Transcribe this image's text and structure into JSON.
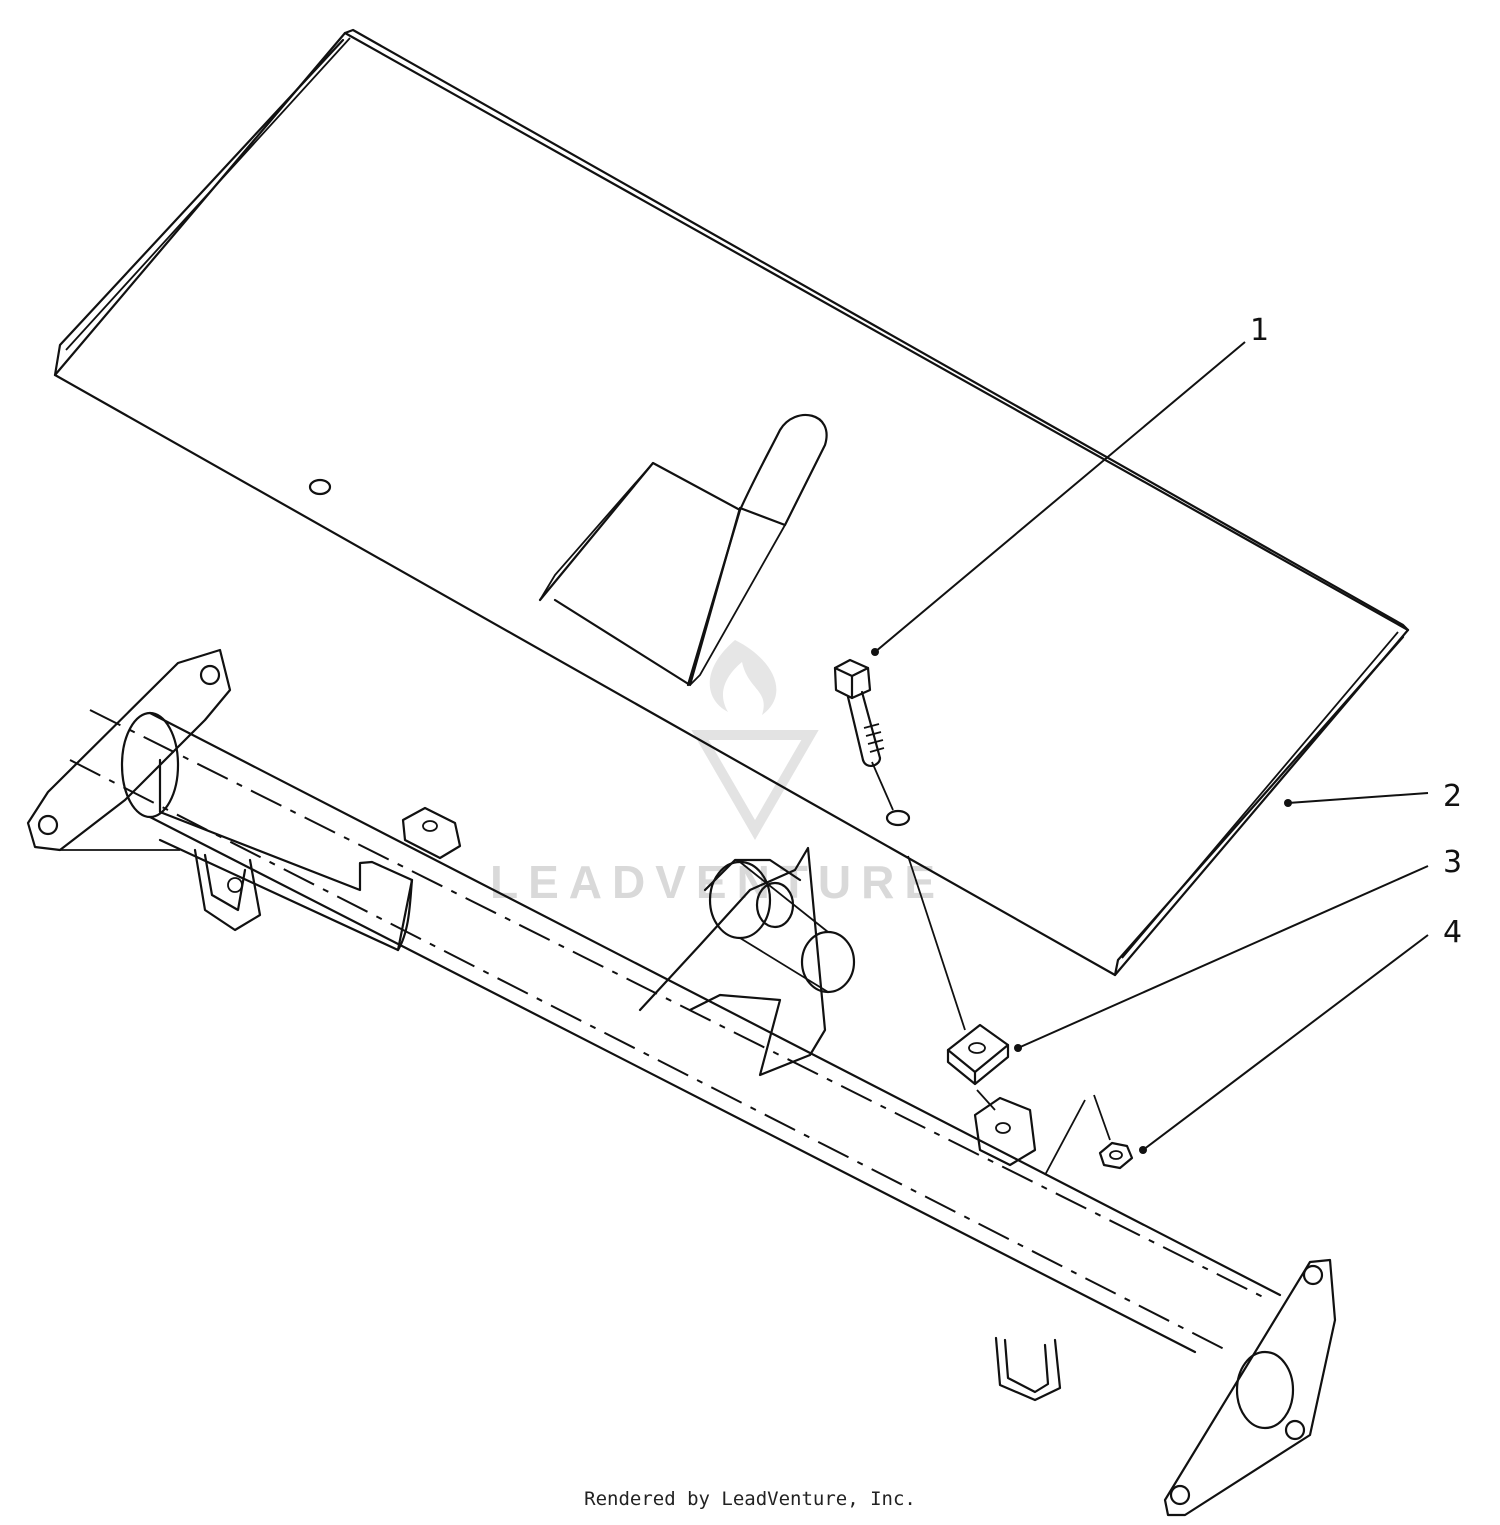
{
  "diagram": {
    "callouts": [
      "1",
      "2",
      "3",
      "4"
    ],
    "watermark": {
      "text": "LEADVENTURE",
      "icon": "flame-v-logo-icon"
    },
    "credit": "Rendered by LeadVenture, Inc."
  }
}
